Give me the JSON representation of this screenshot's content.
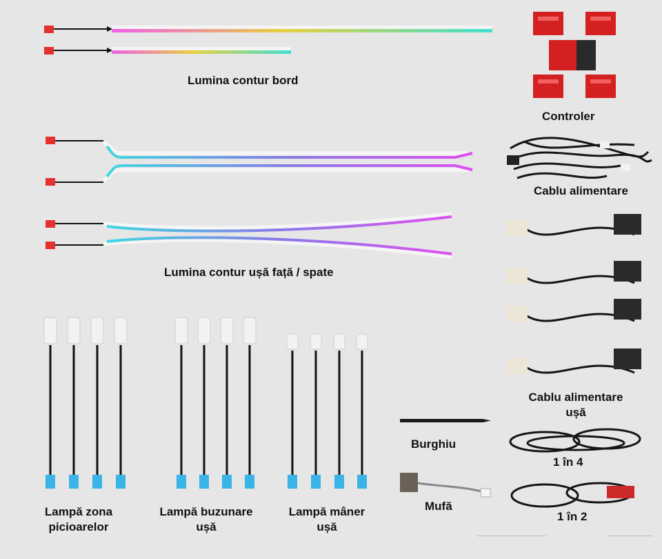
{
  "labels": {
    "dash": "Lumina contur bord",
    "controller": "Controler",
    "power_cable": "Cablu alimentare",
    "door": "Lumina contur ușă față / spate",
    "door_power_l1": "Cablu alimentare",
    "door_power_l2": "ușă",
    "drill": "Burghiu",
    "one_in_four": "1 în 4",
    "plug": "Mufă",
    "one_in_two": "1 în 2",
    "foot_l1": "Lampă zona",
    "foot_l2": "picioarelor",
    "pocket_l1": "Lampă buzunare",
    "pocket_l2": "ușă",
    "handle_l1": "Lampă mâner",
    "handle_l2": "ușă"
  },
  "colors": {
    "background": "#e6e6e6",
    "connector_red": "#e53030",
    "connector_blue": "#3ab4e6",
    "strip_pink": "#e060f0",
    "strip_cyan": "#40d0e0",
    "strip_yellow": "#e8d040"
  }
}
